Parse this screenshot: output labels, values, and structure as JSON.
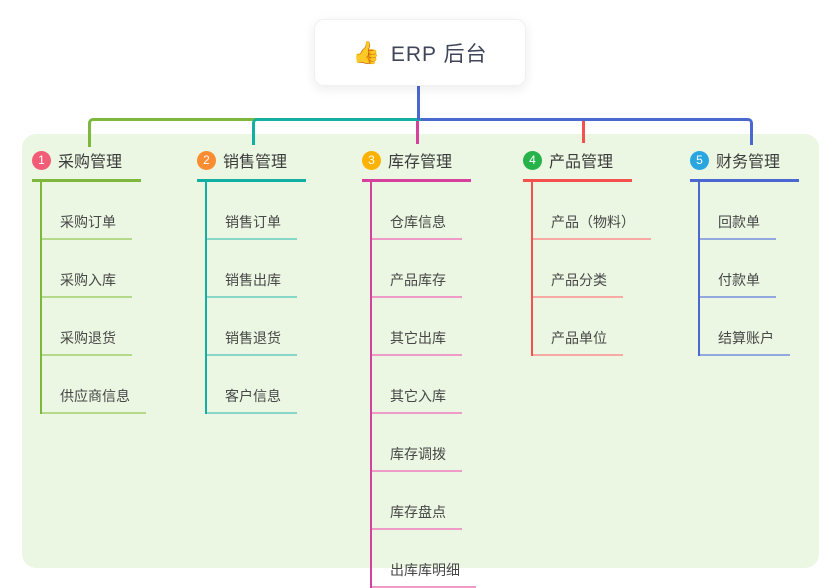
{
  "root": {
    "label": "ERP 后台",
    "emoji": "👍"
  },
  "colors": {
    "branch1": "#7db83d",
    "branch1_light": "#b5d98a",
    "badge1": "#f25c77",
    "branch2": "#12b0a2",
    "branch2_light": "#86d6c9",
    "badge2": "#fb8c32",
    "branch3": "#d6419b",
    "branch3_light": "#ee9bc8",
    "badge3": "#fdb202",
    "branch4": "#f5514f",
    "branch4_light": "#f9a9a4",
    "badge4": "#27b24a",
    "branch5": "#4a68d0",
    "branch5_light": "#93a8de",
    "badge5": "#29a6e0",
    "stem": "#4a68d0",
    "panel_bg": "#ebf7e3"
  },
  "branches": [
    {
      "num": "1",
      "label": "采购管理",
      "children": [
        "采购订单",
        "采购入库",
        "采购退货",
        "供应商信息"
      ]
    },
    {
      "num": "2",
      "label": "销售管理",
      "children": [
        "销售订单",
        "销售出库",
        "销售退货",
        "客户信息"
      ]
    },
    {
      "num": "3",
      "label": "库存管理",
      "children": [
        "仓库信息",
        "产品库存",
        "其它出库",
        "其它入库",
        "库存调拨",
        "库存盘点",
        "出库库明细"
      ]
    },
    {
      "num": "4",
      "label": "产品管理",
      "children": [
        "产品（物料）",
        "产品分类",
        "产品单位"
      ]
    },
    {
      "num": "5",
      "label": "财务管理",
      "children": [
        "回款单",
        "付款单",
        "结算账户"
      ]
    }
  ]
}
